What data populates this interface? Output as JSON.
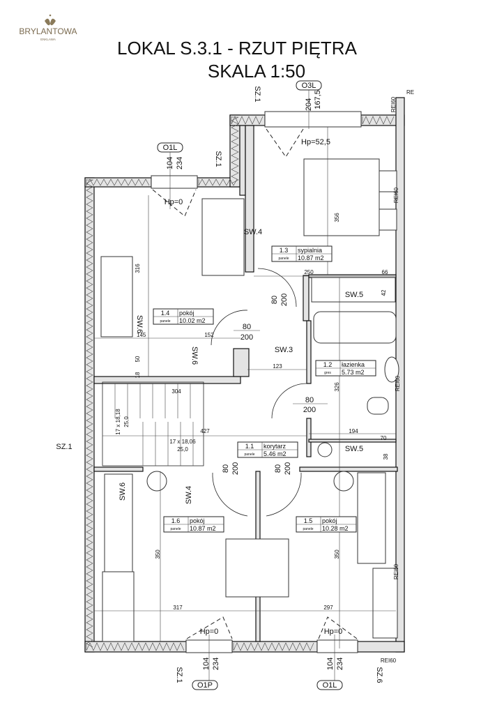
{
  "logo": {
    "brand": "BRYLANTOWA",
    "sub": "ENKLAWA",
    "color": "#8a7a5a"
  },
  "title": "LOKAL S.3.1 - RZUT PIĘTRA",
  "scale": "SKALA 1:50",
  "rooms": [
    {
      "no": "1.1",
      "name": "korytarz",
      "floor": "panele",
      "area": "5.46 m2"
    },
    {
      "no": "1.2",
      "name": "łazienka",
      "floor": "gres",
      "area": "5.73 m2"
    },
    {
      "no": "1.3",
      "name": "sypialnia",
      "floor": "panele",
      "area": "10.87 m2"
    },
    {
      "no": "1.4",
      "name": "pokój",
      "floor": "panele",
      "area": "10.02 m2"
    },
    {
      "no": "1.5",
      "name": "pokój",
      "floor": "panele",
      "area": "10.28 m2"
    },
    {
      "no": "1.6",
      "name": "pokój",
      "floor": "panele",
      "area": "10.87 m2"
    }
  ],
  "windows": {
    "top": {
      "tag": "O3L",
      "h1": "204",
      "h2": "167,5",
      "hp": "Hp=52,5"
    },
    "left_top": {
      "tag": "O1L",
      "h1": "104",
      "h2": "234",
      "hp": "Hp=0"
    },
    "bottom_left": {
      "tag": "O1P",
      "h1": "104",
      "h2": "234",
      "hp": "Hp=0"
    },
    "bottom_right": {
      "tag": "O1L",
      "h1": "104",
      "h2": "234",
      "hp": "Hp=0"
    }
  },
  "doors": {
    "w": "80",
    "h": "200"
  },
  "walls": {
    "sz1": "SZ.1",
    "sz6": "SZ.6",
    "sw3": "SW.3",
    "sw4": "SW.4",
    "sw5": "SW.5",
    "sw6": "SW.6",
    "rei60": "REI60",
    "re": "RE"
  },
  "dims": {
    "d316": "316",
    "d145": "145",
    "d50": "50",
    "d18": "18",
    "d152": "152",
    "d123": "123",
    "d304": "304",
    "d427": "427",
    "d250": "250",
    "d66": "66",
    "d42": "42",
    "d356": "356",
    "d326": "326",
    "d194": "194",
    "d70": "70",
    "d38": "38",
    "d350": "350",
    "d317": "317",
    "d297": "297"
  },
  "stairs": {
    "a1": "17 x 18,18",
    "a2": "25,0",
    "b1": "17 x 18,06",
    "b2": "25,0"
  }
}
